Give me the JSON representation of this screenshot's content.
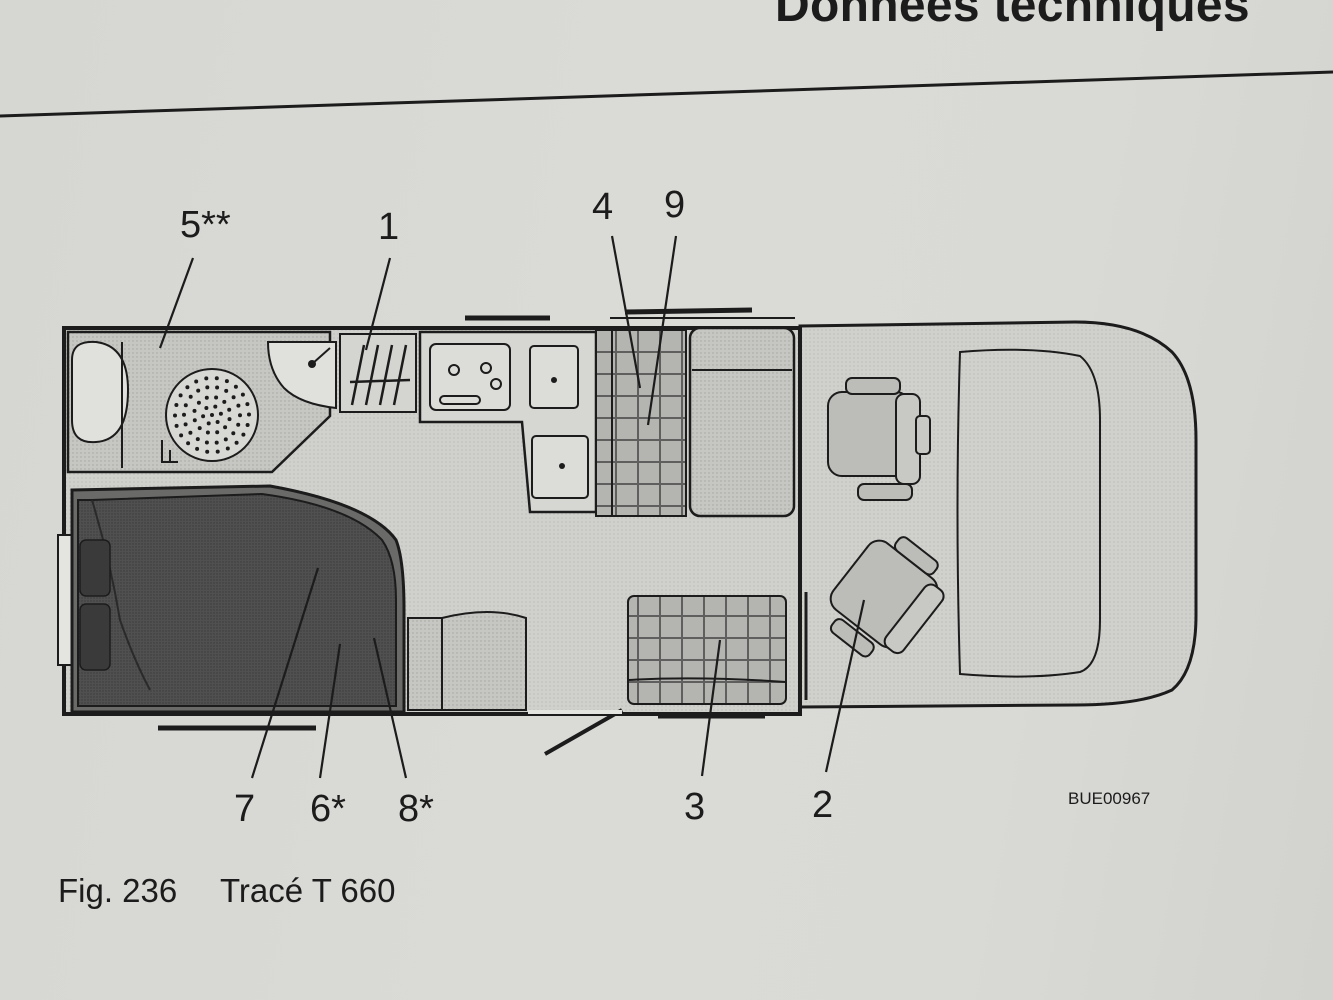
{
  "header": {
    "title": "Données techniques"
  },
  "figure": {
    "number": "Fig. 236",
    "title": "Tracé T 660",
    "reference_code": "BUE00967"
  },
  "callouts": {
    "c1": "1",
    "c2": "2",
    "c3": "3",
    "c4": "4",
    "c5": "5**",
    "c6": "6*",
    "c7": "7",
    "c8": "8*",
    "c9": "9"
  },
  "colors": {
    "paper": "#d8d8d4",
    "plan_floor": "#c9c9c5",
    "bed": "#4a4a48",
    "line": "#1c1c1c"
  }
}
